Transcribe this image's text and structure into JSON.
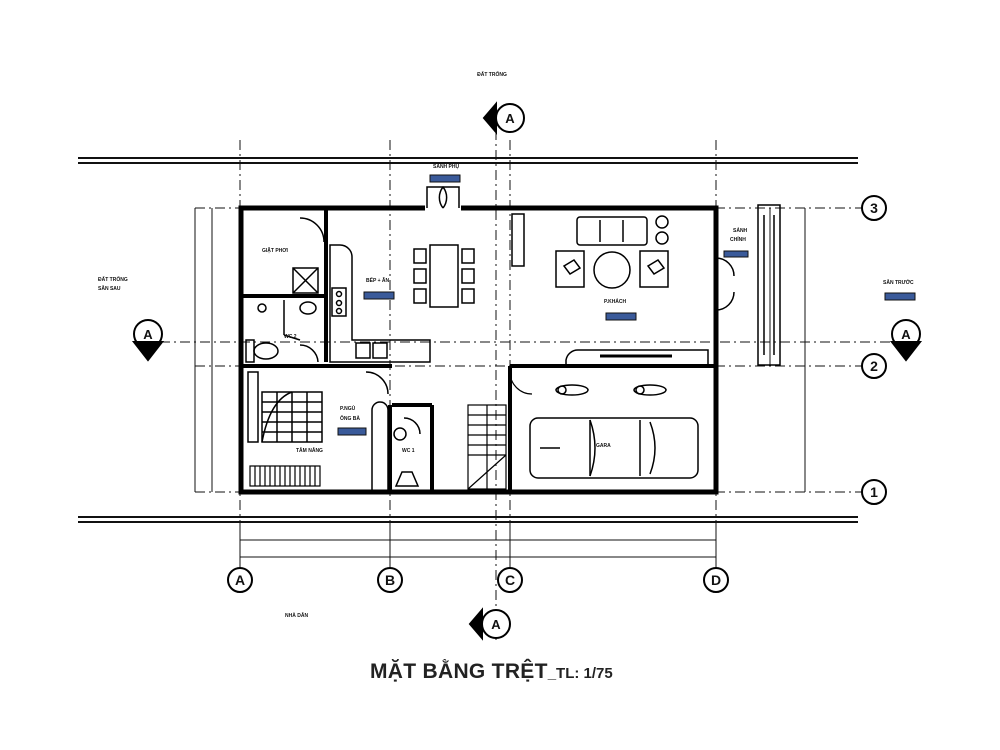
{
  "drawing": {
    "title": "MẶT BẰNG TRỆT",
    "scale_label": "_TL: 1/75"
  },
  "surroundings": {
    "top": "ĐẤT TRỐNG",
    "left_line1": "ĐẤT TRỐNG",
    "left_line2": "SÂN SAU",
    "right": "SÂN TRƯỚC",
    "bottom": "NHÀ DÂN"
  },
  "rooms": {
    "laundry": "GIẶT PHƠI",
    "kitchen": "BẾP + ĂN",
    "living": "P.KHÁCH",
    "wc2": "WC 2",
    "wc1": "WC 1",
    "bedroom_line1": "P.NGỦ",
    "bedroom_line2": "ÔNG BÀ",
    "altar": "TẮM NẮNG",
    "garage": "GARA",
    "entry_line1": "SẢNH",
    "entry_line2": "CHÍNH",
    "side_entry": "SẢNH PHỤ"
  },
  "grid_axes": {
    "columns": [
      "A",
      "B",
      "C",
      "D"
    ],
    "rows": [
      "3",
      "2",
      "1"
    ]
  },
  "section_marker": "A",
  "colors": {
    "line": "#111111",
    "background": "#ffffff",
    "tag_fill": "#3a5a9a"
  }
}
